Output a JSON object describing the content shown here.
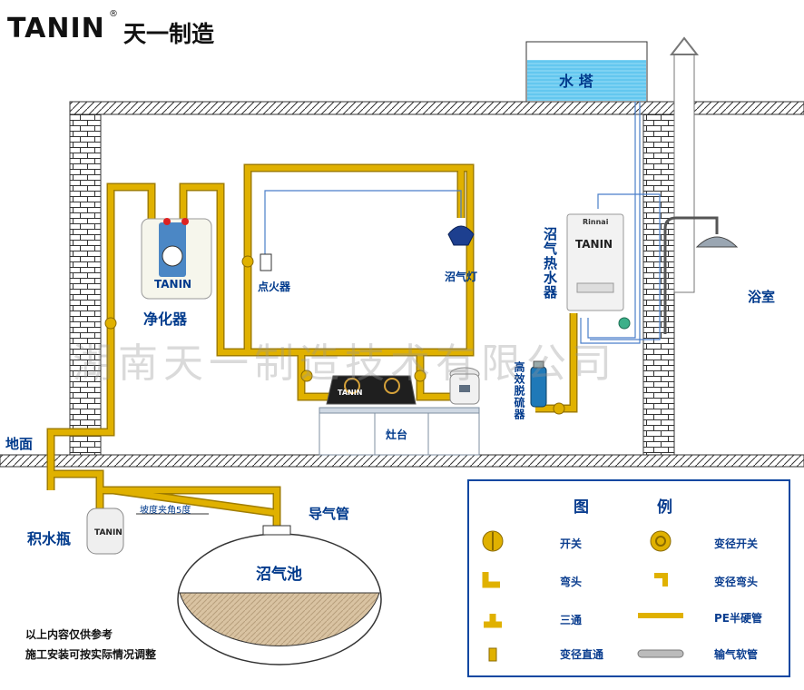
{
  "brand": {
    "logo": "TANIN",
    "registered": "®",
    "name_cn": "天一制造"
  },
  "labels": {
    "water_tower": "水 塔",
    "purifier": "净化器",
    "igniter": "点火器",
    "biogas_lamp": "沼气灯",
    "water_heater": "沼气热水器",
    "bathroom": "浴室",
    "desulfurizer": "高效脱硫器",
    "stove_table": "灶台",
    "ground": "地面",
    "water_bottle": "积水瓶",
    "gas_pipe": "导气管",
    "slope": "坡度夹角5度",
    "digester": "沼气池",
    "device_brand": "TANIN",
    "heater_small": "Rinnai"
  },
  "watermark": "湖南天一制造技术有限公司",
  "notes": [
    "以上内容仅供参考",
    "施工安装可按实际情况调整"
  ],
  "legend": {
    "title_left": "图",
    "title_right": "例",
    "items": [
      {
        "icon": "switch-icon",
        "label": "开关"
      },
      {
        "icon": "reducer-switch-icon",
        "label": "变径开关"
      },
      {
        "icon": "elbow-icon",
        "label": "弯头"
      },
      {
        "icon": "reducer-elbow-icon",
        "label": "变径弯头"
      },
      {
        "icon": "tee-icon",
        "label": "三通"
      },
      {
        "icon": "pe-pipe-icon",
        "label": "PE半硬管"
      },
      {
        "icon": "reducer-straight-icon",
        "label": "变径直通"
      },
      {
        "icon": "gas-hose-icon",
        "label": "输气软管"
      }
    ]
  },
  "colors": {
    "pipe": "#e0b100",
    "pipe_edge": "#a07d00",
    "label": "#003a8c",
    "legend_border": "#0d47a1",
    "water": "#5cc3ee"
  }
}
